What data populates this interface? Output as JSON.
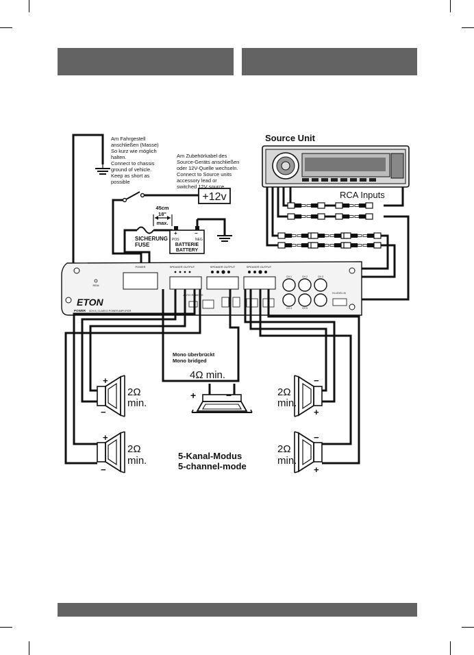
{
  "notes": {
    "ground": [
      "Am Fahrgestell",
      "anschließen (Masse)",
      "So kurz wie möglich",
      "halten.",
      "Connect to chassis",
      "ground of vehicle.",
      "Keep as short as",
      "possible"
    ],
    "accessory": [
      "Am Zubehörkabel des",
      "Source-Geräts anschließen",
      "oder 12V-Quelle wechseln.",
      "Connect to Source units",
      "accessory lead or",
      "switched 12V source."
    ]
  },
  "power": {
    "plus12v": "+12v",
    "distance_cm": "45cm",
    "distance_in": "18\"",
    "max": "max.",
    "fuse_de": "SICHERUNG",
    "fuse_en": "FUSE",
    "battery_pos": "POS",
    "battery_neg": "NEG",
    "battery_de": "BATTERIE",
    "battery_en": "BATTERY",
    "battery_plus": "+",
    "battery_minus": "−"
  },
  "source": {
    "title": "Source Unit",
    "rca": "RCA Inputs"
  },
  "amplifier": {
    "brand": "ETON",
    "model": "POWER",
    "subtitle": "5CH-5 | CLASS D POWER AMPLIFIER",
    "power_label": "POWER",
    "rem": "REM",
    "speaker_output": "SPEAKER OUTPUT",
    "auto_remote": "AUTO REMOTE",
    "ch_labels": [
      "CH 1",
      "CH 2",
      "CH 3",
      "CH 4",
      "CH 5"
    ],
    "hi_level": "HI-LEVEL IN"
  },
  "bridge": {
    "de": "Mono überbrückt",
    "en": "Mono bridged",
    "impedance": "4Ω min."
  },
  "speakers": {
    "impedance": "2Ω",
    "min": "min.",
    "plus": "+",
    "minus": "−"
  },
  "sub": {
    "plus": "+",
    "minus": "−"
  },
  "mode": {
    "de": "5-Kanal-Modus",
    "en": "5-channel-mode"
  }
}
